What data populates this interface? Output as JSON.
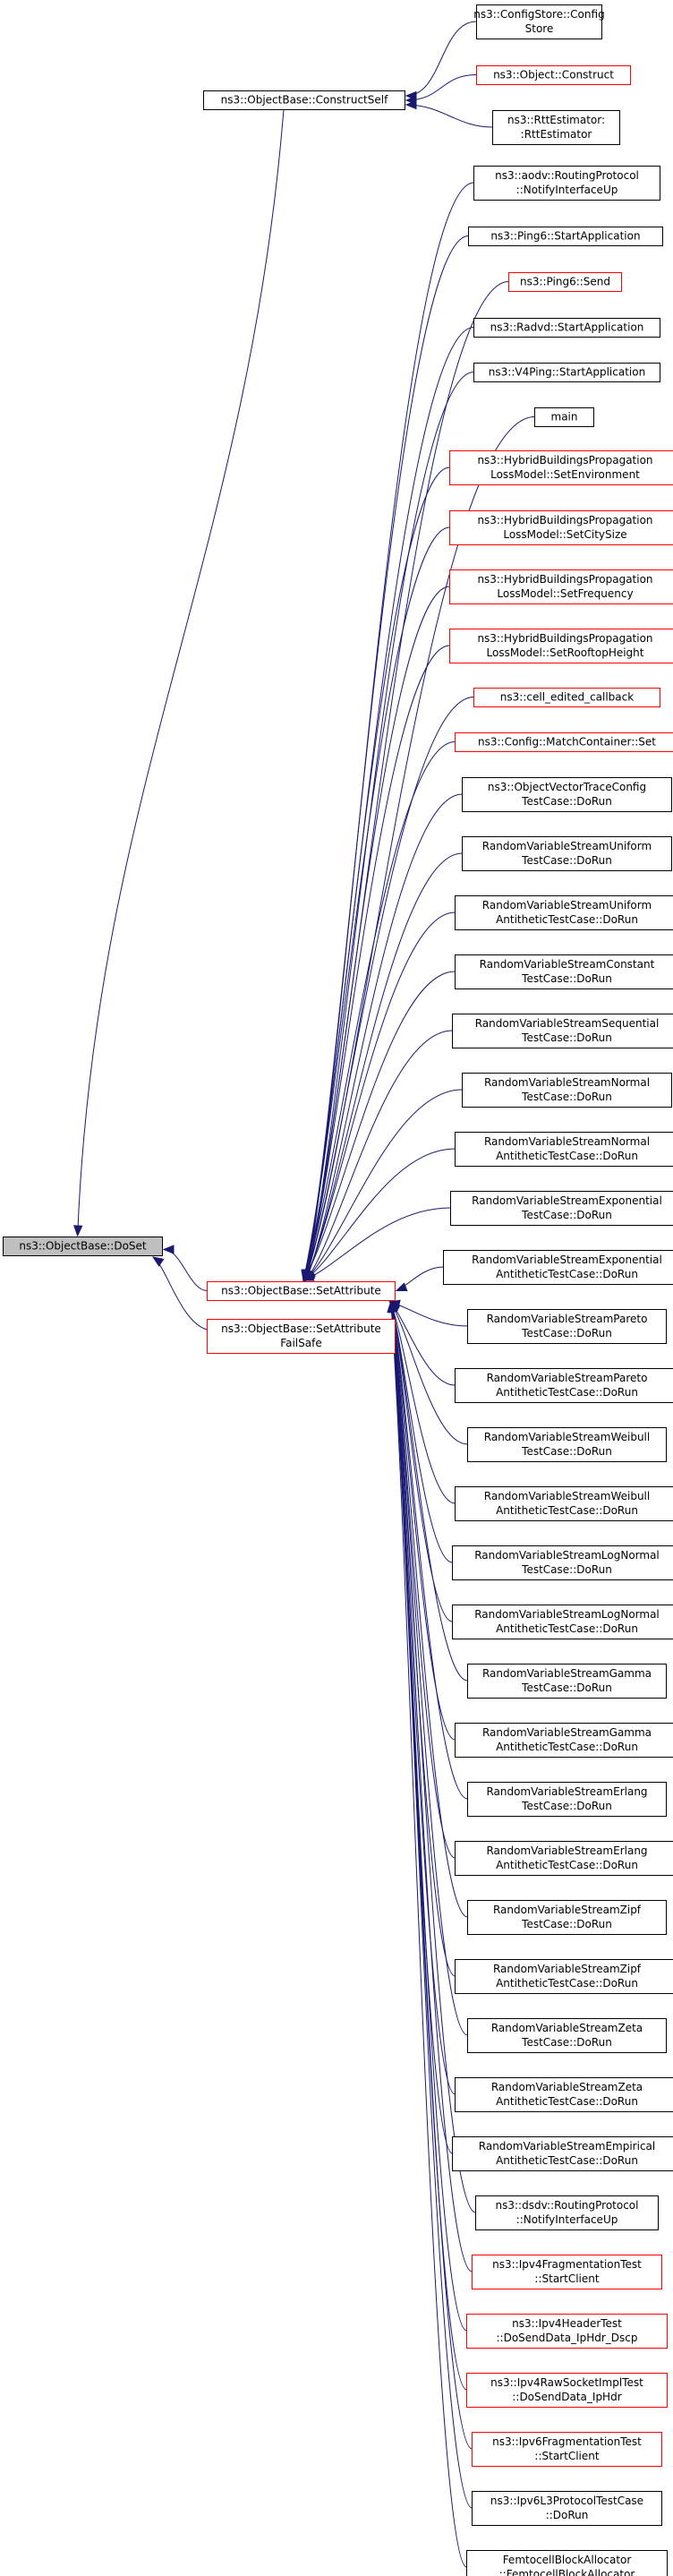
{
  "colors": {
    "edge": "#191970",
    "black_border": "#000000",
    "red_border": "#ff0000",
    "root_fill": "#bfbfbf",
    "node_fill": "#ffffff"
  },
  "root": {
    "id": "doset",
    "lines": [
      "ns3::ObjectBase::DoSet"
    ]
  },
  "mid_nodes": [
    {
      "id": "constructself",
      "lines": [
        "ns3::ObjectBase::ConstructSelf"
      ],
      "border": "black"
    },
    {
      "id": "setattribute",
      "lines": [
        "ns3::ObjectBase::SetAttribute"
      ],
      "border": "red"
    },
    {
      "id": "setattributefailsafe",
      "lines": [
        "ns3::ObjectBase::SetAttribute",
        "FailSafe"
      ],
      "border": "red"
    }
  ],
  "construct_callers": [
    {
      "id": "cs1",
      "lines": [
        "ns3::ConfigStore::Config",
        "Store"
      ],
      "border": "black"
    },
    {
      "id": "cs2",
      "lines": [
        "ns3::Object::Construct"
      ],
      "border": "red"
    },
    {
      "id": "cs3",
      "lines": [
        "ns3::RttEstimator:",
        ":RttEstimator"
      ],
      "border": "black"
    }
  ],
  "setattribute_callers": [
    {
      "id": "sa1",
      "lines": [
        "ns3::aodv::RoutingProtocol",
        "::NotifyInterfaceUp"
      ],
      "border": "black"
    },
    {
      "id": "sa2",
      "lines": [
        "ns3::Ping6::StartApplication"
      ],
      "border": "black"
    },
    {
      "id": "sa3",
      "lines": [
        "ns3::Ping6::Send"
      ],
      "border": "red"
    },
    {
      "id": "sa4",
      "lines": [
        "ns3::Radvd::StartApplication"
      ],
      "border": "black"
    },
    {
      "id": "sa5",
      "lines": [
        "ns3::V4Ping::StartApplication"
      ],
      "border": "black"
    },
    {
      "id": "sa6",
      "lines": [
        "main"
      ],
      "border": "black"
    },
    {
      "id": "sa7",
      "lines": [
        "ns3::HybridBuildingsPropagation",
        "LossModel::SetEnvironment"
      ],
      "border": "red"
    },
    {
      "id": "sa8",
      "lines": [
        "ns3::HybridBuildingsPropagation",
        "LossModel::SetCitySize"
      ],
      "border": "red"
    },
    {
      "id": "sa9",
      "lines": [
        "ns3::HybridBuildingsPropagation",
        "LossModel::SetFrequency"
      ],
      "border": "red"
    },
    {
      "id": "sa10",
      "lines": [
        "ns3::HybridBuildingsPropagation",
        "LossModel::SetRooftopHeight"
      ],
      "border": "red"
    },
    {
      "id": "sa11",
      "lines": [
        "ns3::cell_edited_callback"
      ],
      "border": "red"
    },
    {
      "id": "sa12",
      "lines": [
        "ns3::Config::MatchContainer::Set"
      ],
      "border": "red"
    },
    {
      "id": "sa13",
      "lines": [
        "ns3::ObjectVectorTraceConfig",
        "TestCase::DoRun"
      ],
      "border": "black"
    },
    {
      "id": "sa14",
      "lines": [
        "RandomVariableStreamUniform",
        "TestCase::DoRun"
      ],
      "border": "black"
    },
    {
      "id": "sa15",
      "lines": [
        "RandomVariableStreamUniform",
        "AntitheticTestCase::DoRun"
      ],
      "border": "black"
    },
    {
      "id": "sa16",
      "lines": [
        "RandomVariableStreamConstant",
        "TestCase::DoRun"
      ],
      "border": "black"
    },
    {
      "id": "sa17",
      "lines": [
        "RandomVariableStreamSequential",
        "TestCase::DoRun"
      ],
      "border": "black"
    },
    {
      "id": "sa18",
      "lines": [
        "RandomVariableStreamNormal",
        "TestCase::DoRun"
      ],
      "border": "black"
    },
    {
      "id": "sa19",
      "lines": [
        "RandomVariableStreamNormal",
        "AntitheticTestCase::DoRun"
      ],
      "border": "black"
    },
    {
      "id": "sa20",
      "lines": [
        "RandomVariableStreamExponential",
        "TestCase::DoRun"
      ],
      "border": "black"
    },
    {
      "id": "sa21",
      "lines": [
        "RandomVariableStreamExponential",
        "AntitheticTestCase::DoRun"
      ],
      "border": "black"
    },
    {
      "id": "sa22",
      "lines": [
        "RandomVariableStreamPareto",
        "TestCase::DoRun"
      ],
      "border": "black"
    },
    {
      "id": "sa23",
      "lines": [
        "RandomVariableStreamPareto",
        "AntitheticTestCase::DoRun"
      ],
      "border": "black"
    },
    {
      "id": "sa24",
      "lines": [
        "RandomVariableStreamWeibull",
        "TestCase::DoRun"
      ],
      "border": "black"
    },
    {
      "id": "sa25",
      "lines": [
        "RandomVariableStreamWeibull",
        "AntitheticTestCase::DoRun"
      ],
      "border": "black"
    },
    {
      "id": "sa26",
      "lines": [
        "RandomVariableStreamLogNormal",
        "TestCase::DoRun"
      ],
      "border": "black"
    },
    {
      "id": "sa27",
      "lines": [
        "RandomVariableStreamLogNormal",
        "AntitheticTestCase::DoRun"
      ],
      "border": "black"
    },
    {
      "id": "sa28",
      "lines": [
        "RandomVariableStreamGamma",
        "TestCase::DoRun"
      ],
      "border": "black"
    },
    {
      "id": "sa29",
      "lines": [
        "RandomVariableStreamGamma",
        "AntitheticTestCase::DoRun"
      ],
      "border": "black"
    },
    {
      "id": "sa30",
      "lines": [
        "RandomVariableStreamErlang",
        "TestCase::DoRun"
      ],
      "border": "black"
    },
    {
      "id": "sa31",
      "lines": [
        "RandomVariableStreamErlang",
        "AntitheticTestCase::DoRun"
      ],
      "border": "black"
    },
    {
      "id": "sa32",
      "lines": [
        "RandomVariableStreamZipf",
        "TestCase::DoRun"
      ],
      "border": "black"
    },
    {
      "id": "sa33",
      "lines": [
        "RandomVariableStreamZipf",
        "AntitheticTestCase::DoRun"
      ],
      "border": "black"
    },
    {
      "id": "sa34",
      "lines": [
        "RandomVariableStreamZeta",
        "TestCase::DoRun"
      ],
      "border": "black"
    },
    {
      "id": "sa35",
      "lines": [
        "RandomVariableStreamZeta",
        "AntitheticTestCase::DoRun"
      ],
      "border": "black"
    },
    {
      "id": "sa36",
      "lines": [
        "RandomVariableStreamEmpirical",
        "AntitheticTestCase::DoRun"
      ],
      "border": "black"
    },
    {
      "id": "sa37",
      "lines": [
        "ns3::dsdv::RoutingProtocol",
        "::NotifyInterfaceUp"
      ],
      "border": "black"
    },
    {
      "id": "sa38",
      "lines": [
        "ns3::Ipv4FragmentationTest",
        "::StartClient"
      ],
      "border": "red"
    },
    {
      "id": "sa39",
      "lines": [
        "ns3::Ipv4HeaderTest",
        "::DoSendData_IpHdr_Dscp"
      ],
      "border": "red"
    },
    {
      "id": "sa40",
      "lines": [
        "ns3::Ipv4RawSocketImplTest",
        "::DoSendData_IpHdr"
      ],
      "border": "red"
    },
    {
      "id": "sa41",
      "lines": [
        "ns3::Ipv6FragmentationTest",
        "::StartClient"
      ],
      "border": "red"
    },
    {
      "id": "sa42",
      "lines": [
        "ns3::Ipv6L3ProtocolTestCase",
        "::DoRun"
      ],
      "border": "black"
    },
    {
      "id": "sa43",
      "lines": [
        "FemtocellBlockAllocator",
        "::FemtocellBlockAllocator"
      ],
      "border": "black"
    }
  ]
}
